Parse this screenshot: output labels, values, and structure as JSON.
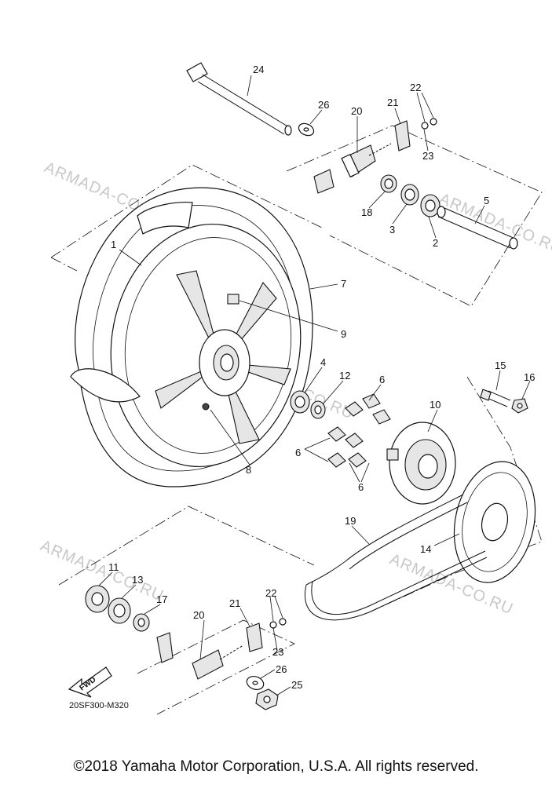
{
  "diagram": {
    "part_code": "20SF300-M320",
    "forward_label": "FWD",
    "watermark": "ARMADA-CO.RU",
    "callouts": {
      "c1": "1",
      "c2": "2",
      "c3": "3",
      "c4": "4",
      "c5": "5",
      "c6a": "6",
      "c6b": "6",
      "c6c": "6",
      "c7": "7",
      "c8": "8",
      "c9": "9",
      "c10": "10",
      "c11": "11",
      "c12": "12",
      "c13": "13",
      "c14": "14",
      "c15": "15",
      "c16": "16",
      "c17": "17",
      "c18": "18",
      "c19": "19",
      "c20a": "20",
      "c20b": "20",
      "c21a": "21",
      "c21b": "21",
      "c22a": "22",
      "c22b": "22",
      "c23a": "23",
      "c23b": "23",
      "c24": "24",
      "c25": "25",
      "c26a": "26",
      "c26b": "26"
    }
  },
  "footer": {
    "copyright": "©2018 Yamaha Motor Corporation, U.S.A. All rights reserved."
  }
}
